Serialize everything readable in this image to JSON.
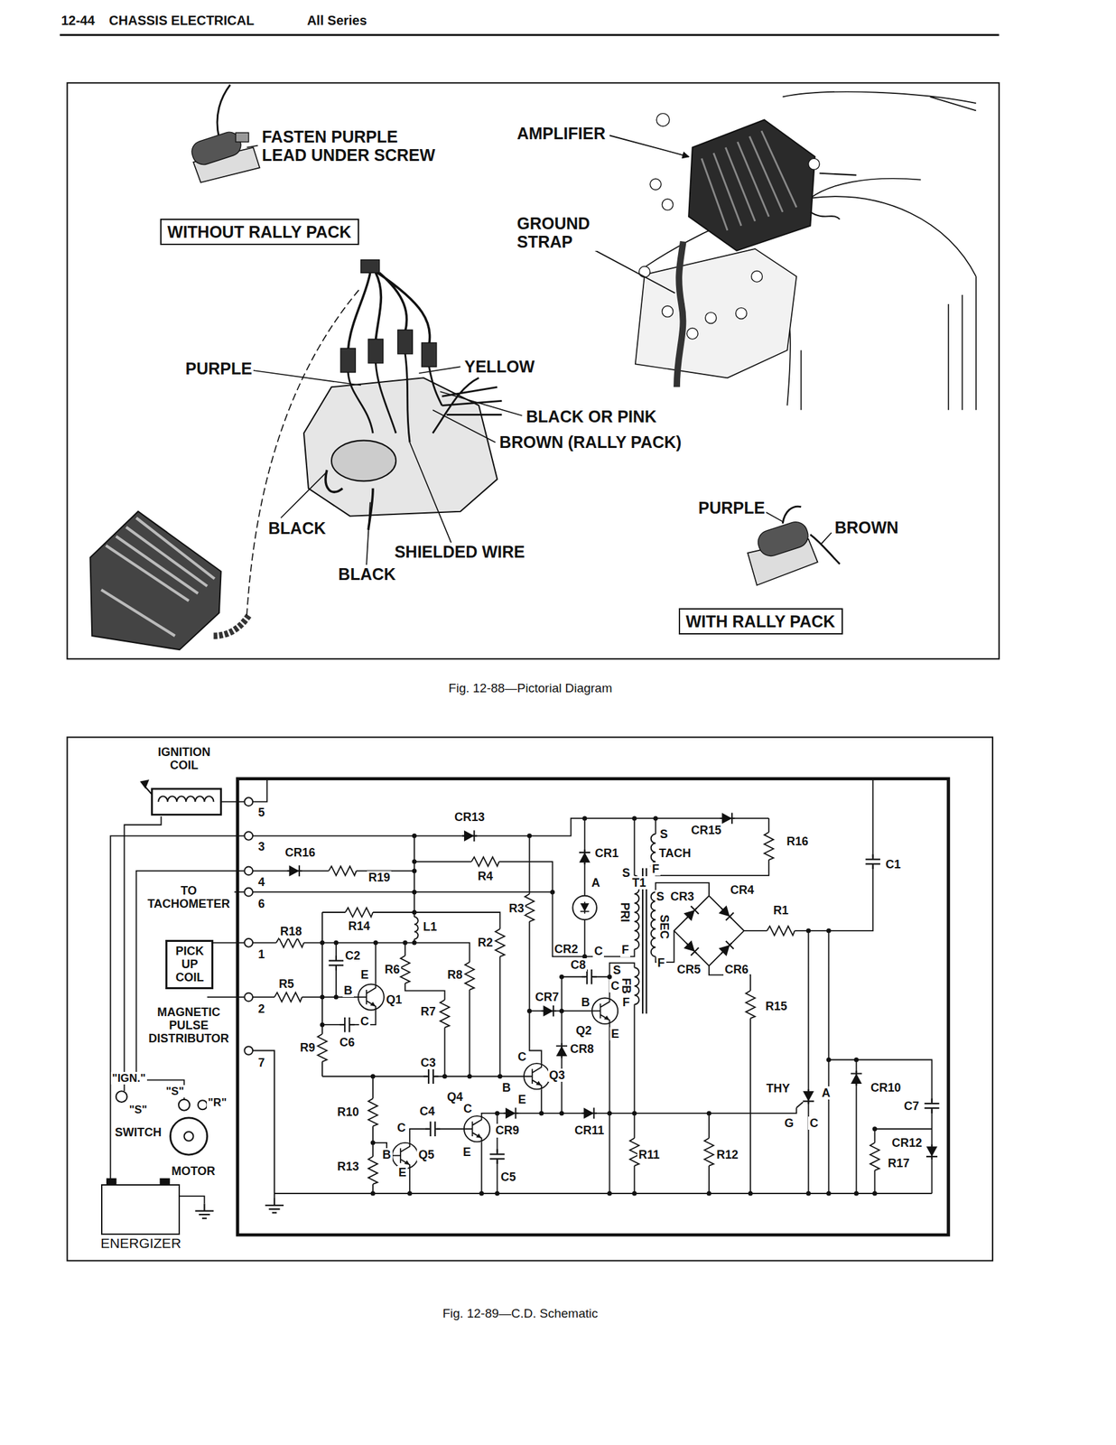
{
  "diagram": {
    "title": "CHASSIS ELECTRICAL",
    "nodes": [
      {
        "text": [
          "WITHOUT RALLY PACK"
        ]
      },
      {
        "text": [
          "WITH RALLY PACK"
        ]
      },
      {
        "text": [
          "PICK UP COIL"
        ]
      },
      {
        "text": [
          "ENERGIZER"
        ]
      }
    ],
    "labels": [
      "12-44",
      "All Series",
      "FASTEN PURPLE LEAD UNDER SCREW",
      "AMPLIFIER",
      "GROUND STRAP",
      "PURPLE",
      "YELLOW",
      "BLACK OR PINK",
      "BROWN (RALLY PACK)",
      "BLACK",
      "SHIELDED WIRE",
      "BLACK",
      "PURPLE",
      "BROWN",
      "Fig. 12-88—Pictorial Diagram",
      "IGNITION COIL",
      "5",
      "3",
      "4",
      "TO TACHOMETER",
      "6",
      "1",
      "2",
      "MAGNETIC PULSE DISTRIBUTOR",
      "7",
      "\"IGN.\"",
      "\"S\"",
      "\"R\"",
      "\"S\"",
      "SWITCH",
      "MOTOR",
      "CR13",
      "CR16",
      "R19",
      "R4",
      "R18",
      "R14",
      "L1",
      "C2",
      "R6",
      "R8",
      "R2",
      "R3",
      "CR1",
      "A",
      "C",
      "CR2",
      "S",
      "T1",
      "PRI",
      "F",
      "CR15",
      "S",
      "TACH",
      "F",
      "R16",
      "C1",
      "S",
      "SEC",
      "F",
      "CR3",
      "CR4",
      "CR5",
      "CR6",
      "R1",
      "S",
      "FB",
      "F",
      "C8",
      "B",
      "C",
      "Q2",
      "E",
      "CR7",
      "CR8",
      "R5",
      "B",
      "E",
      "Q1",
      "C",
      "R9",
      "C6",
      "R7",
      "C3",
      "B",
      "C",
      "Q3",
      "E",
      "R10",
      "C4",
      "Q4",
      "C",
      "C",
      "B",
      "Q5",
      "E",
      "E",
      "CR9",
      "C5",
      "R13",
      "CR11",
      "R11",
      "R12",
      "R15",
      "THY",
      "A",
      "G",
      "C",
      "CR10",
      "C7",
      "CR12",
      "R17",
      "Fig. 12-89—C.D. Schematic"
    ]
  }
}
